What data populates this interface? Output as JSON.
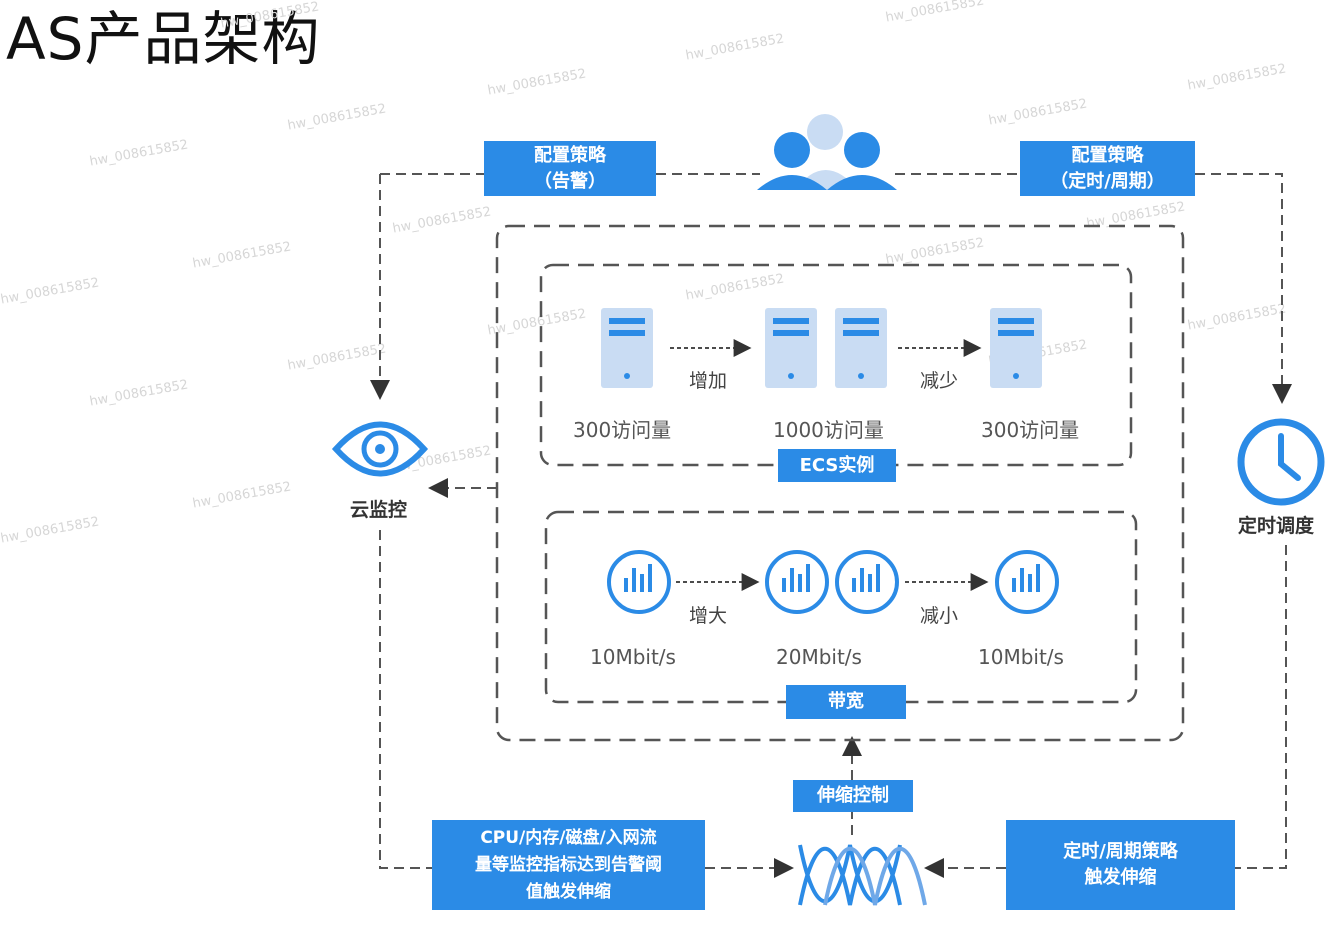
{
  "title": "AS产品架构",
  "watermark": "hw_008615852",
  "boxes": {
    "policy_alarm": "配置策略\n（告警）",
    "policy_timer": "配置策略\n（定时/周期）",
    "ecs": "ECS实例",
    "bandwidth": "带宽",
    "scale_control": "伸缩控制",
    "metric_trigger": "CPU/内存/磁盘/入网流\n量等监控指标达到告警阈\n值触发伸缩",
    "timer_trigger": "定时/周期策略\n触发伸缩"
  },
  "ecs_row": {
    "increase": "增加",
    "decrease": "减少",
    "visits": [
      "300访问量",
      "1000访问量",
      "300访问量"
    ]
  },
  "bw_row": {
    "increase": "增大",
    "decrease": "减小",
    "rates": [
      "10Mbit/s",
      "20Mbit/s",
      "10Mbit/s"
    ]
  },
  "nodes": {
    "cloud_monitor": "云监控",
    "timer_schedule": "定时调度"
  },
  "colors": {
    "accent": "#2b8be6",
    "light": "#c9dcf3",
    "line": "#555555"
  },
  "icons": [
    "users-icon",
    "server-icon",
    "bandwidth-icon",
    "eye-icon",
    "clock-icon",
    "dna-icon"
  ]
}
